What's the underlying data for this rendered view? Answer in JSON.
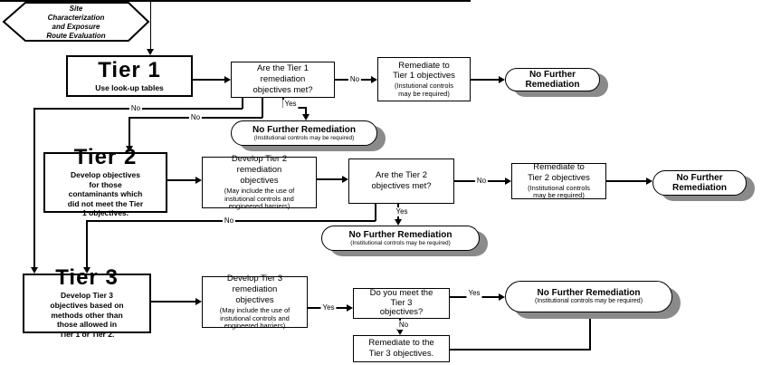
{
  "flowchart": {
    "start_hexagon": {
      "text": "Site\nCharacterization\nand Exposure\nRoute Evaluation"
    },
    "tier1": {
      "title": "Tier 1",
      "subtitle": "Use look-up tables"
    },
    "tier1_question": {
      "text": "Are the Tier 1\nremediation\nobjectives met?"
    },
    "tier1_remediate": {
      "text": "Remediate to\nTier 1 objectives",
      "note": "(Instutional controls\nmay be required)"
    },
    "tier1_end": {
      "text": "No Further\nRemediation"
    },
    "tier1_yes_end": {
      "text": "No Further Remediation",
      "note": "(Institutional controls may be required)"
    },
    "tier2": {
      "title": "Tier 2",
      "subtitle": "Develop objectives\nfor those\ncontaminants which\ndid not meet the Tier\n1 objectives."
    },
    "tier2_develop": {
      "text": "Develop Tier 2\nremediation\nobjectives",
      "note": "(May include the use of\ninstutional controls and\nengineered barriers)"
    },
    "tier2_question": {
      "text": "Are the Tier 2\nobjectives met?"
    },
    "tier2_remediate": {
      "text": "Remediate to\nTier 2 objectives",
      "note": "(Institutional controls\nmay be required)"
    },
    "tier2_end": {
      "text": "No Further\nRemediation"
    },
    "tier2_yes_end": {
      "text": "No Further Remediation",
      "note": "(Institutional controls may be required)"
    },
    "tier3": {
      "title": "Tier 3",
      "subtitle": "Develop Tier 3\nobjectives based on\nmethods other than\nthose allowed in\nTier 1 or Tier 2."
    },
    "tier3_develop": {
      "text": "Develop Tier 3\nremediation\nobjectives",
      "note": "(May include the use of\ninstutional controls and\nengineered barriers)"
    },
    "tier3_question": {
      "text": "Do you meet the\nTier 3\nobjectives?"
    },
    "tier3_remediate": {
      "text": "Remediate to the\nTier 3 objectives."
    },
    "tier3_end": {
      "text": "No Further Remediation",
      "note": "(Institutional controls may be required)"
    },
    "labels": {
      "yes": "Yes",
      "no": "No"
    },
    "colors": {
      "line": "#000000",
      "shadow": "#8a8a8a",
      "fill": "#ffffff"
    }
  }
}
